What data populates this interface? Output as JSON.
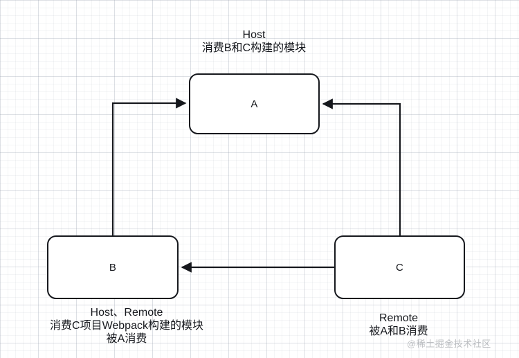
{
  "diagram": {
    "title_caption": {
      "lines": [
        "Host",
        "消费B和C构建的模块"
      ]
    },
    "nodes": [
      {
        "id": "a",
        "label": "A"
      },
      {
        "id": "b",
        "label": "B"
      },
      {
        "id": "c",
        "label": "C"
      }
    ],
    "captions": {
      "b": {
        "lines": [
          "Host、Remote",
          "消费C项目Webpack构建的模块",
          "被A消费"
        ]
      },
      "c": {
        "lines": [
          "Remote",
          "被A和B消费"
        ]
      }
    },
    "edges": [
      {
        "from": "B",
        "to": "A",
        "direction": "up-then-right",
        "arrowhead": "at-A-left"
      },
      {
        "from": "C",
        "to": "A",
        "direction": "up-then-left",
        "arrowhead": "at-A-right"
      },
      {
        "from": "C",
        "to": "B",
        "direction": "left",
        "arrowhead": "at-B-right"
      }
    ],
    "colors": {
      "stroke": "#16181d",
      "node_fill": "#ffffff",
      "canvas": "#ffffff",
      "grid_minor": "#aab2be",
      "grid_major": "#8c96a5",
      "watermark": "#282d37"
    }
  },
  "watermark": {
    "text": "@稀土掘金技术社区"
  }
}
